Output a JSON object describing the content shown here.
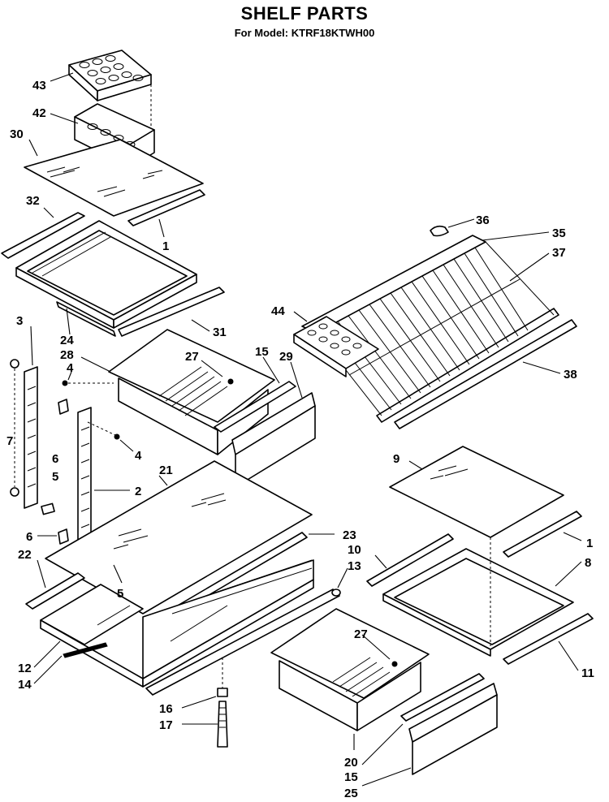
{
  "header": {
    "title": "SHELF PARTS",
    "model_line": "For Model: KTRF18KTWH00"
  },
  "callouts": {
    "c43": "43",
    "c42": "42",
    "c30": "30",
    "c32": "32",
    "c1a": "1",
    "c24": "24",
    "c31": "31",
    "c3": "3",
    "c28": "28",
    "c27a": "27",
    "c15a": "15",
    "c29": "29",
    "c4a": "4",
    "c7": "7",
    "c6a": "6",
    "c5a": "5",
    "c4b": "4",
    "c21": "21",
    "c2": "2",
    "c6b": "6",
    "c22": "22",
    "c5b": "5",
    "c23": "23",
    "c12": "12",
    "c14": "14",
    "c16": "16",
    "c17": "17",
    "c36": "36",
    "c35": "35",
    "c37": "37",
    "c44": "44",
    "c38": "38",
    "c9": "9",
    "c1b": "1",
    "c10": "10",
    "c8": "8",
    "c13": "13",
    "c27b": "27",
    "c11": "11",
    "c20": "20",
    "c15b": "15",
    "c25": "25"
  }
}
